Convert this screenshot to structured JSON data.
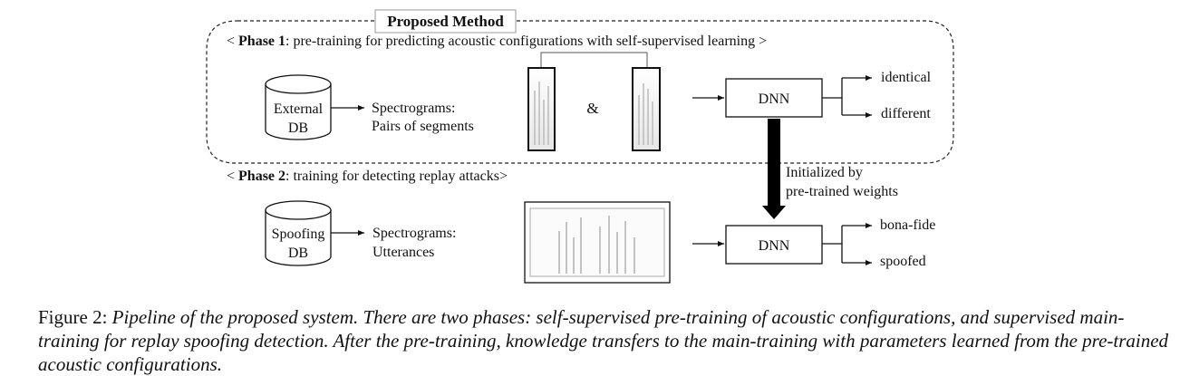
{
  "diagram": {
    "title": "Proposed Method",
    "phase1": {
      "label_bold": "Phase 1",
      "label_rest": ": pre-training for predicting acoustic configurations with self-supervised learning"
    },
    "phase2": {
      "label_bold": "Phase 2",
      "label_rest": ": training for detecting replay attacks"
    },
    "db1": {
      "line1": "External",
      "line2": "DB"
    },
    "db2": {
      "line1": "Spoofing",
      "line2": "DB"
    },
    "spec1": {
      "line1": "Spectrograms:",
      "line2": "Pairs of segments"
    },
    "spec2": {
      "line1": "Spectrograms:",
      "line2": "Utterances"
    },
    "ampersand": "&",
    "dnn1": "DNN",
    "dnn2": "DNN",
    "out1": [
      "identical",
      "different"
    ],
    "out2": [
      "bona-fide",
      "spoofed"
    ],
    "transfer": {
      "line1": "Initialized by",
      "line2": "pre-trained weights"
    }
  },
  "caption": {
    "figure": "Figure 2:",
    "text": "Pipeline of the proposed system. There are two phases: self-supervised pre-training of acoustic configurations, and supervised main-training for replay spoofing detection. After the pre-training, knowledge transfers to the main-training with parameters learned from the pre-trained acoustic configurations."
  }
}
